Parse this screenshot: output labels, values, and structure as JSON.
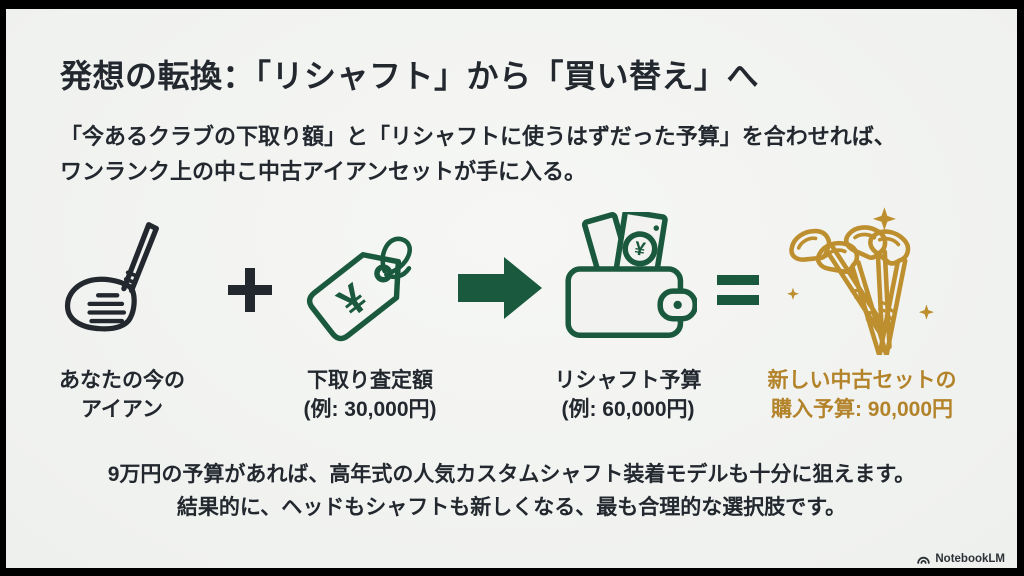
{
  "slide": {
    "title": "発想の転換：「リシャフト」から「買い替え」へ",
    "subtitle": {
      "line1": "「今あるクラブの下取り額」と「リシャフトに使うはずだった予算」を合わせれば、",
      "line2": "ワンランク上の中こ中古アイアンセットが手に入る。"
    },
    "equation": {
      "currency_symbol": "¥",
      "items": [
        {
          "icon": "golf-iron-icon",
          "line1": "あなたの今の",
          "line2": "アイアン"
        },
        {
          "icon": "price-tag-icon",
          "line1": "下取り査定額",
          "line2": "(例: 30,000円)"
        },
        {
          "icon": "wallet-icon",
          "line1": "リシャフト予算",
          "line2": "(例: 60,000円)"
        },
        {
          "icon": "golf-set-icon",
          "line1": "新しい中古セットの",
          "line2": "購入予算: 90,000円"
        }
      ],
      "operators": {
        "plus": "+",
        "arrow": "→",
        "equals": "="
      }
    },
    "note": {
      "line1": "9万円の予算があれば、高年式の人気カスタムシャフト装着モデルも十分に狙えます。",
      "line2": "結果的に、ヘッドもシャフトも新しくなる、最も合理的な選択肢です。"
    },
    "brand": "NotebookLM"
  },
  "colors": {
    "frame": "#000000",
    "bg": "#f2f3f1",
    "ink": "#23282f",
    "green": "#1a593d",
    "gold": "#bd8f2f",
    "gold-text": "#b3832a"
  }
}
